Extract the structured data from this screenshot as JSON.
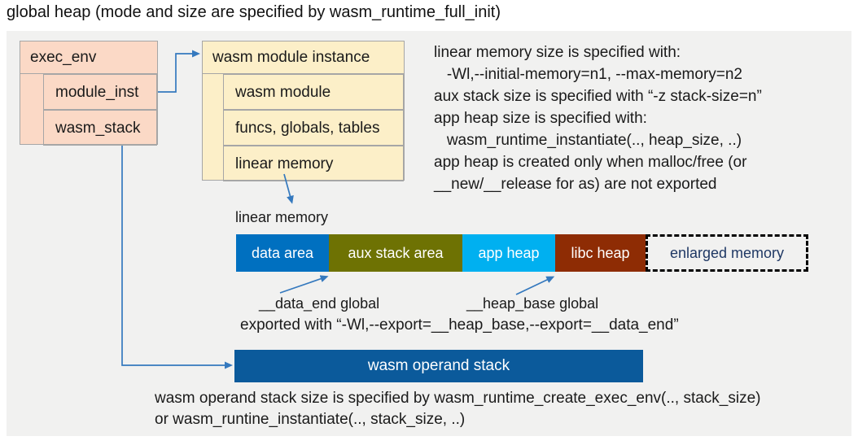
{
  "title": "global heap (mode and size are specified by wasm_runtime_full_init)",
  "exec_env": {
    "header": "exec_env",
    "rows": [
      {
        "label": "module_inst"
      },
      {
        "label": "wasm_stack"
      }
    ]
  },
  "module_instance": {
    "header": "wasm module instance",
    "rows": [
      {
        "label": "wasm module"
      },
      {
        "label": "funcs, globals, tables"
      },
      {
        "label": "linear memory"
      }
    ]
  },
  "notes_right": {
    "lines": [
      "linear memory size is specified with:",
      "   -Wl,--initial-memory=n1, --max-memory=n2",
      "aux stack size is specified with “-z stack-size=n”",
      "app heap size is specified with:",
      "   wasm_runtime_instantiate(.., heap_size, ..)",
      "app heap is created only when malloc/free (or",
      "__new/__release for as) are not exported"
    ]
  },
  "linear_memory": {
    "label": "linear memory",
    "segments": [
      {
        "label": "data area",
        "color": "#0070C0"
      },
      {
        "label": "aux stack area",
        "color": "#6E7203"
      },
      {
        "label": "app heap",
        "color": "#00B0F0"
      },
      {
        "label": "libc heap",
        "color": "#8E2C04"
      },
      {
        "label": "enlarged memory",
        "color": "transparent",
        "text_color": "#1F3864",
        "style": "dashed"
      }
    ],
    "data_end_label": "__data_end global",
    "heap_base_label": "__heap_base global",
    "export_note": "exported with “-Wl,--export=__heap_base,--export=__data_end”"
  },
  "operand_stack": {
    "label": "wasm operand stack",
    "color": "#0B5A9B",
    "note_line1": "wasm operand stack size is specified by wasm_runtime_create_exec_env(.., stack_size)",
    "note_line2": "or wasm_runtine_instantiate(.., stack_size, ..)"
  },
  "colors": {
    "panel_bg": "#F1F1F0",
    "exec_env_fill": "#FBD9C6",
    "module_instance_fill": "#FCEFC8",
    "box_border": "#A6A6A6",
    "arrow": "#3579BE",
    "enlarged_memory_text": "#1F3864",
    "text": "#1A1A1A"
  }
}
